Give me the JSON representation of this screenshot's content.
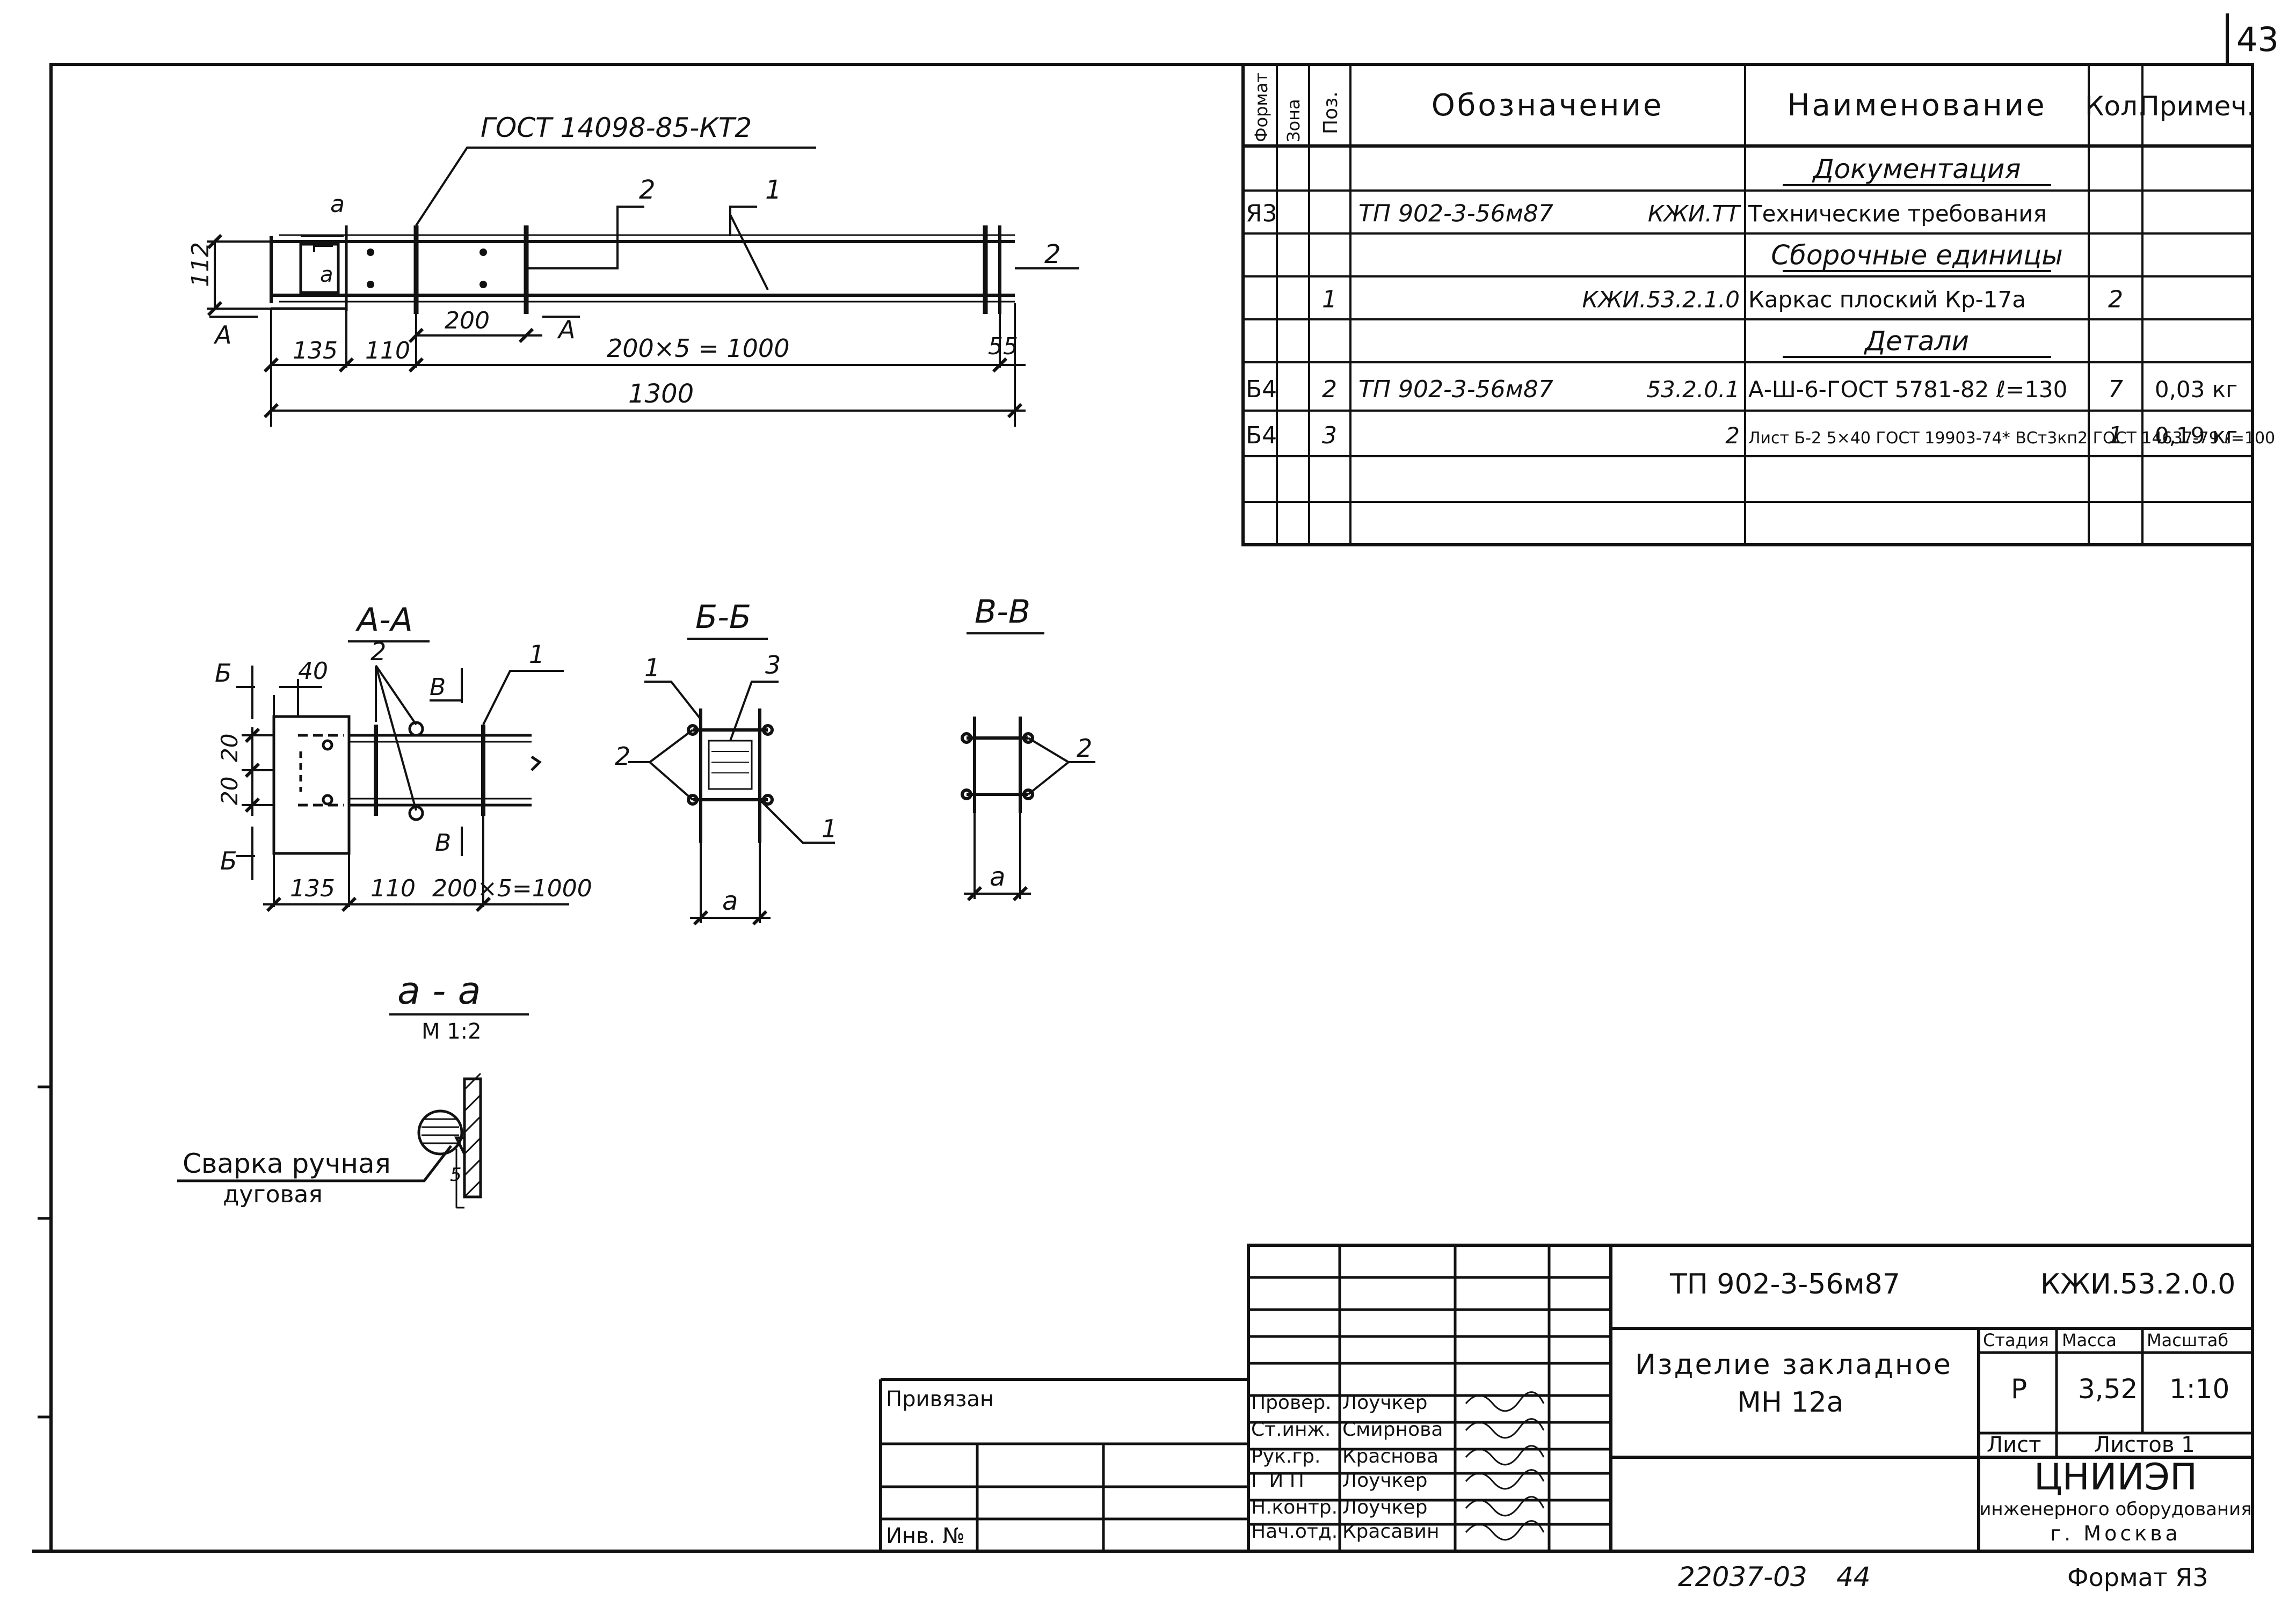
{
  "page_number": "43",
  "spec_table": {
    "headers": {
      "format": "Формат",
      "zone": "Зона",
      "pos": "Поз.",
      "designation": "Обозначение",
      "name": "Наименование",
      "qty": "Кол.",
      "note": "Примеч."
    },
    "rows": [
      {
        "format": "",
        "zone": "",
        "pos": "",
        "des1": "",
        "des2": "",
        "name": "Документация",
        "qty": "",
        "note": "",
        "section": true
      },
      {
        "format": "Я3",
        "zone": "",
        "pos": "",
        "des1": "ТП 902-3-56м87",
        "des2": "КЖИ.ТТ",
        "name": "Технические требования",
        "qty": "",
        "note": ""
      },
      {
        "format": "",
        "zone": "",
        "pos": "",
        "des1": "",
        "des2": "",
        "name": "Сборочные единицы",
        "qty": "",
        "note": "",
        "section": true
      },
      {
        "format": "",
        "zone": "",
        "pos": "1",
        "des1": "",
        "des2": "КЖИ.53.2.1.0",
        "name": "Каркас плоский Кр-17а",
        "qty": "2",
        "note": ""
      },
      {
        "format": "",
        "zone": "",
        "pos": "",
        "des1": "",
        "des2": "",
        "name": "Детали",
        "qty": "",
        "note": "",
        "section": true
      },
      {
        "format": "Б4",
        "zone": "",
        "pos": "2",
        "des1": "ТП 902-3-56м87",
        "des2": "53.2.0.1",
        "name": "А-Ш-6-ГОСТ 5781-82 ℓ=130",
        "qty": "7",
        "note": "0,03 кг"
      },
      {
        "format": "Б4",
        "zone": "",
        "pos": "3",
        "des1": "",
        "des2": "2",
        "name": "Лист Б-2 5×40 ГОСТ 19903-74* ВСт3кп2 ГОСТ 14637-79 ℓ=100",
        "qty": "1",
        "note": "0,19 кг"
      },
      {
        "format": "",
        "zone": "",
        "pos": "",
        "des1": "",
        "des2": "",
        "name": "",
        "qty": "",
        "note": ""
      },
      {
        "format": "",
        "zone": "",
        "pos": "",
        "des1": "",
        "des2": "",
        "name": "",
        "qty": "",
        "note": ""
      }
    ]
  },
  "main_view": {
    "gost_label": "ГОСТ 14098-85-КТ2",
    "callout_1": "1",
    "callout_2a": "2",
    "callout_2b": "2",
    "detail_mark": "а",
    "detail_mark2": "а",
    "dim_height": "112",
    "dim_135": "135",
    "dim_110": "110",
    "dim_200": "200",
    "dim_series": "200×5 = 1000",
    "dim_55": "55",
    "dim_total": "1300",
    "section_a_left": "А",
    "section_a_right": "А"
  },
  "section_aa": {
    "title": "А-А",
    "dim_40": "40",
    "dim_20a": "20",
    "dim_20b": "20",
    "dim_135": "135",
    "dim_110": "110",
    "dim_series": "200×5=1000",
    "callout_2": "2",
    "callout_1": "1",
    "mark_b_top": "Б",
    "mark_b_bottom": "Б",
    "mark_v_top": "В",
    "mark_v_bottom": "В"
  },
  "section_bb": {
    "title": "Б-Б",
    "callout_1a": "1",
    "callout_3": "3",
    "callout_2": "2",
    "callout_1b": "1",
    "dim_a": "а"
  },
  "section_vv": {
    "title": "В-В",
    "callout_2": "2",
    "dim_a": "а"
  },
  "detail_aa": {
    "title": "а - а",
    "scale": "М 1:2",
    "weld_line1": "Сварка ручная",
    "weld_line2": "дуговая",
    "weld_size": "5"
  },
  "title_block": {
    "doc_code": "ТП 902-3-56м87",
    "doc_mark": "КЖИ.53.2.0.0",
    "item_line1": "Изделие закладное",
    "item_line2": "МН 12а",
    "stage_label": "Стадия",
    "mass_label": "Масса",
    "scale_label": "Масштаб",
    "stage": "Р",
    "mass": "3,52",
    "scale": "1:10",
    "sheet_label": "Лист",
    "sheets_label": "Листов 1",
    "org1": "ЦНИИЭП",
    "org2": "инженерного оборудования",
    "org3": "г. Москва",
    "privyazan": "Привязан",
    "inv": "Инв. №",
    "roles": [
      {
        "role": "Провер.",
        "name": "Лоучкер"
      },
      {
        "role": "Ст.инж.",
        "name": "Смирнова"
      },
      {
        "role": "Рук.гр.",
        "name": "Краснова"
      },
      {
        "role": "Г И П",
        "name": "Лоучкер"
      },
      {
        "role": "Н.контр.",
        "name": "Лоучкер"
      },
      {
        "role": "Нач.отд.",
        "name": "Красавин"
      }
    ],
    "archive_no": "22037-03",
    "archive_page": "44",
    "format": "Формат Я3"
  }
}
